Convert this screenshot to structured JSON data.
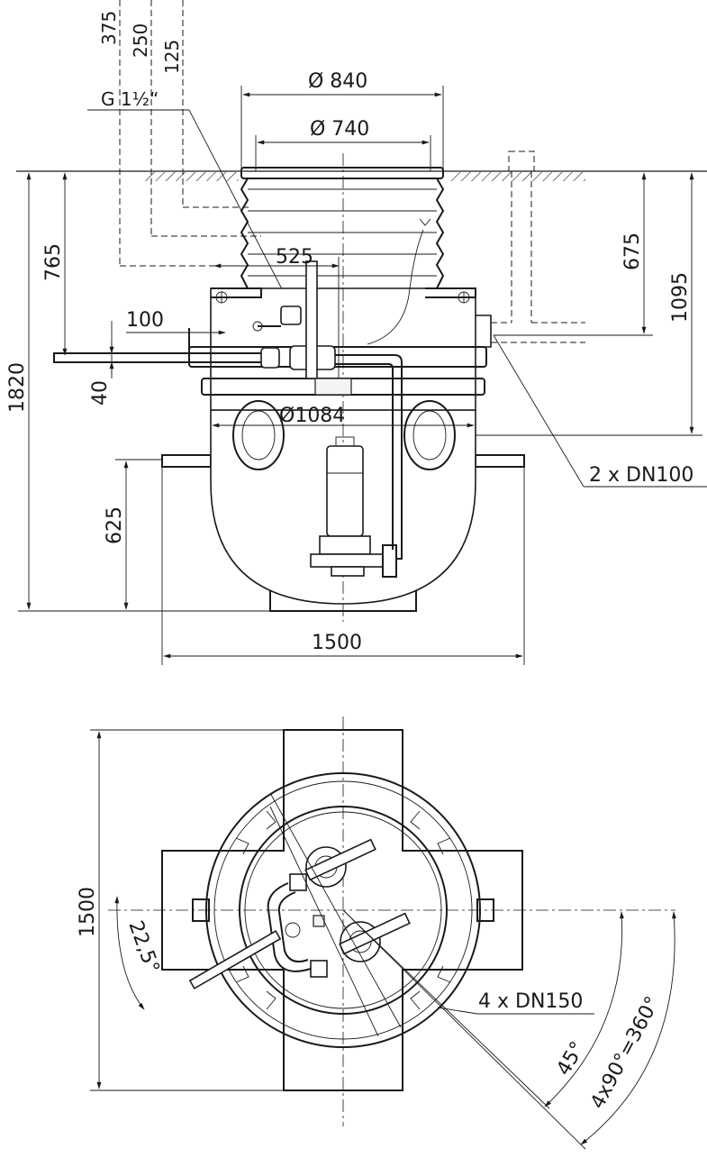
{
  "colors": {
    "line": "#1a1a1a",
    "background": "#ffffff"
  },
  "side_view": {
    "dim_depths": [
      "375",
      "250",
      "125"
    ],
    "dim_top_outer": "Ø 840",
    "dim_top_inner": "Ø 740",
    "dim_thread": "G 1½“",
    "dim_inlet_depth": "765",
    "dim_525": "525",
    "dim_100": "100",
    "dim_40": "40",
    "dim_diameter_body": "Ø1084",
    "dim_total_height": "1820",
    "dim_625": "625",
    "dim_675": "675",
    "dim_1095": "1095",
    "dim_width": "1500",
    "label_inlets": "2 x DN100"
  },
  "top_view": {
    "dim_width": "1500",
    "dim_angle_small": "22,5°",
    "label_inlets": "4 x DN150",
    "dim_angle_45": "45°",
    "dim_angle_full": "4x90°=360°"
  }
}
